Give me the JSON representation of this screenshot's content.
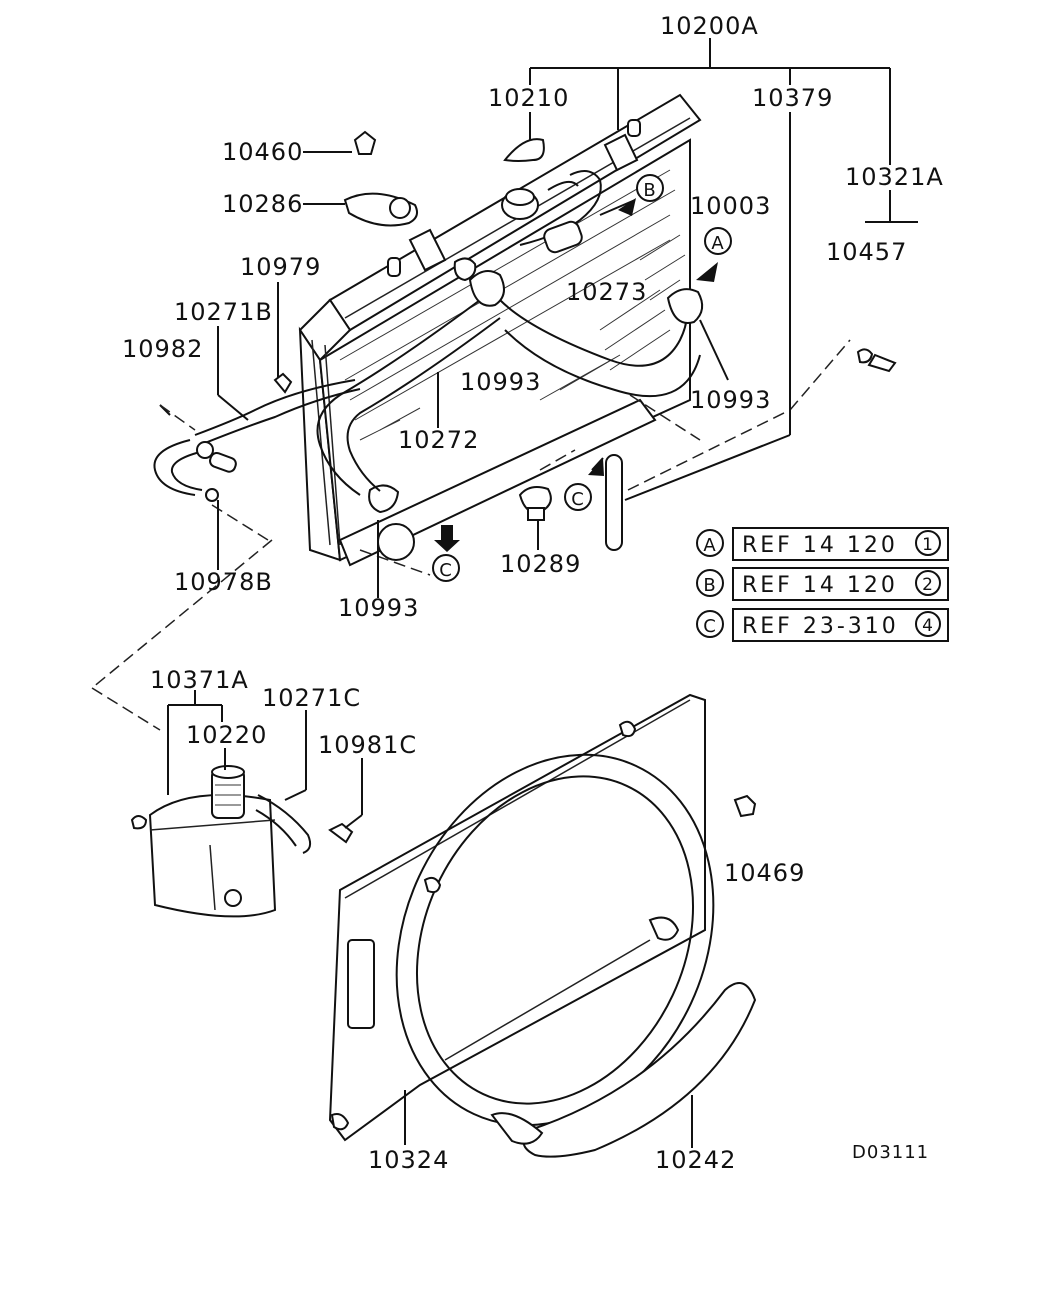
{
  "callouts": {
    "c10200A": "10200A",
    "c10210": "10210",
    "c10379": "10379",
    "c10460": "10460",
    "c10286": "10286",
    "c10003": "10003",
    "c10321A": "10321A",
    "c10457": "10457",
    "c10979": "10979",
    "c10271B": "10271B",
    "c10273": "10273",
    "c10982": "10982",
    "c10993a": "10993",
    "c10993b": "10993",
    "c10272": "10272",
    "c10993c": "10993",
    "c10289": "10289",
    "c10978B": "10978B",
    "c10371A": "10371A",
    "c10271C": "10271C",
    "c10220": "10220",
    "c10981C": "10981C",
    "c10469": "10469",
    "c10324": "10324",
    "c10242": "10242",
    "drawing_code": "D03111"
  },
  "markers": {
    "A": "A",
    "B": "B",
    "C": "C"
  },
  "references": [
    {
      "marker": "A",
      "text": "REF 14 120",
      "num": "1"
    },
    {
      "marker": "B",
      "text": "REF 14 120",
      "num": "2"
    },
    {
      "marker": "C",
      "text": "REF 23-310",
      "num": "4"
    }
  ]
}
